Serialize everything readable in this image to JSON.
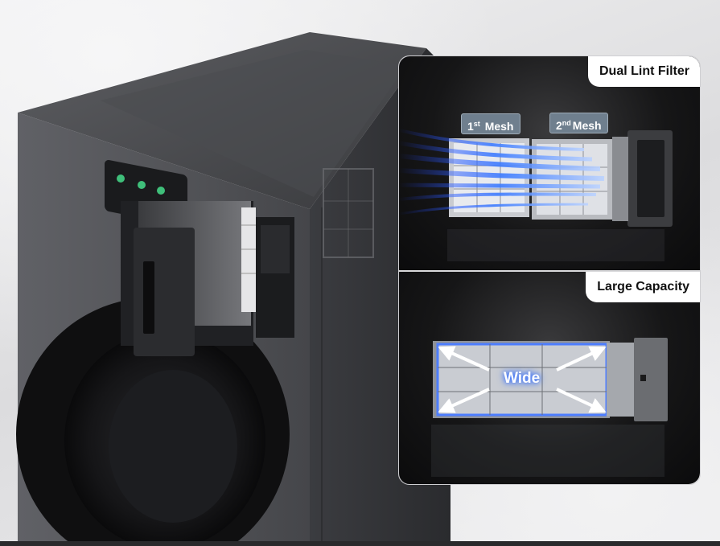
{
  "panels": {
    "top": {
      "label": "Dual Lint Filter",
      "mesh_1": {
        "num": "1",
        "sup": "st",
        "word": " Mesh"
      },
      "mesh_2": {
        "num": "2",
        "sup": "nd",
        "word": "Mesh"
      }
    },
    "bottom": {
      "label": "Large Capacity",
      "arrow_label": "Wide"
    }
  },
  "colors": {
    "glow_blue": "#3d7bff",
    "tag_bg": "#6f7f8e",
    "washer_body": "#4a4b4f"
  }
}
